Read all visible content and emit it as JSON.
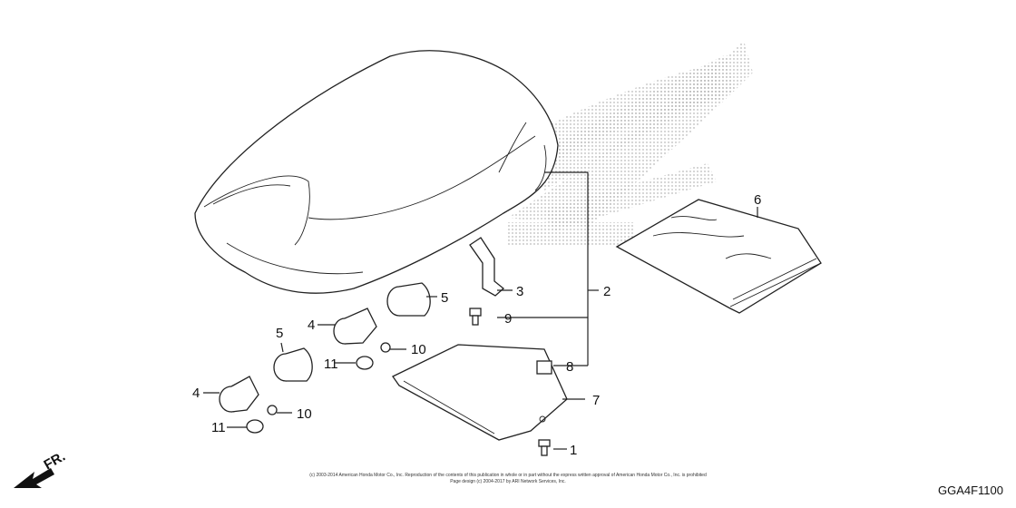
{
  "diagram": {
    "code": "GGA4F1100",
    "front_marker": "FR.",
    "copyright_line1": "(c) 2003-2014 American Honda Motor Co., Inc. Reproduction of the contents of this publication in whole or in part without the express written approval of American Honda Motor Co., Inc. is prohibited",
    "copyright_line2": "Page design (c) 2004-2017 by ARI Network Services, Inc.",
    "callouts": {
      "c1": "1",
      "c2": "2",
      "c3": "3",
      "c4a": "4",
      "c4b": "4",
      "c5a": "5",
      "c5b": "5",
      "c6": "6",
      "c7": "7",
      "c8": "8",
      "c9": "9",
      "c10a": "10",
      "c10b": "10",
      "c11a": "11",
      "c11b": "11"
    }
  }
}
